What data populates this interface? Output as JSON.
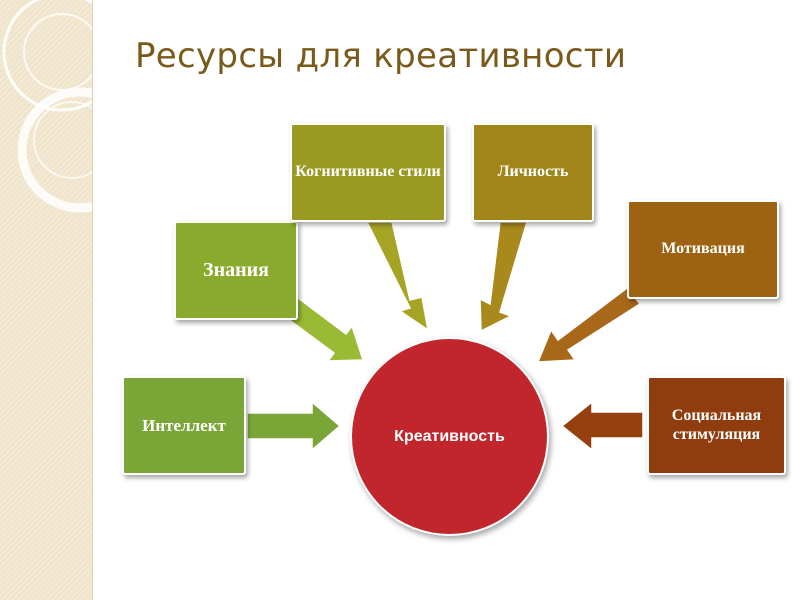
{
  "title": "Ресурсы для креативности",
  "center": {
    "label": "Креативность"
  },
  "nodes": [
    {
      "id": "intellekt",
      "label": "Интеллект",
      "color": "#7aa637"
    },
    {
      "id": "znaniya",
      "label": "Знания",
      "color": "#8aaa2e"
    },
    {
      "id": "kognitivnye-stili",
      "label": "Когнитивные стили",
      "color": "#9a9a22"
    },
    {
      "id": "lichnost",
      "label": "Личность",
      "color": "#a08518"
    },
    {
      "id": "motivaciya",
      "label": "Мотивация",
      "color": "#9e6312"
    },
    {
      "id": "socialnaya-stimulyaciya",
      "label": "Социальная стимуляция",
      "color": "#8f3d0e"
    }
  ],
  "center_color": "#c0262c",
  "title_color": "#7a5a1a"
}
